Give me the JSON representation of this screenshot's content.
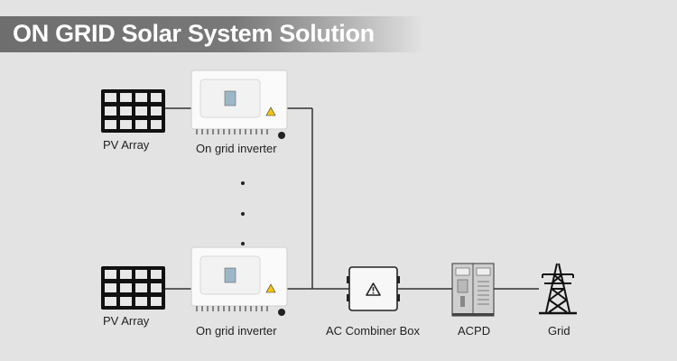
{
  "header": {
    "title": "ON GRID Solar System Solution"
  },
  "nodes": {
    "pv_array_top": "PV Array",
    "inverter_top": "On grid inverter",
    "pv_array_bottom": "PV Array",
    "inverter_bottom": "On grid inverter",
    "ac_combiner": "AC Combiner Box",
    "acpd": "ACPD",
    "grid": "Grid"
  },
  "colors": {
    "background": "#e3e3e3",
    "banner": "#707070",
    "line": "#333333"
  }
}
